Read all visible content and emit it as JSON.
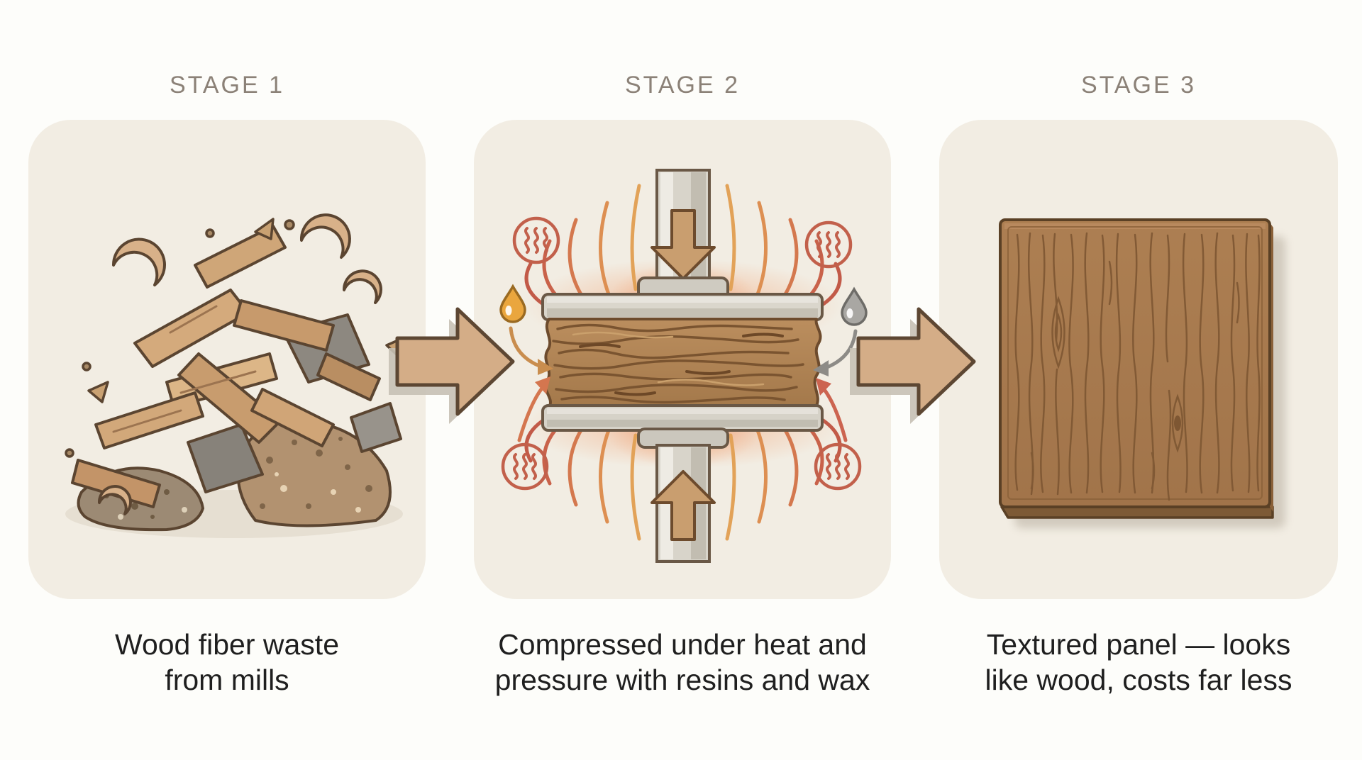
{
  "diagram": {
    "type": "three-stage-process-infographic",
    "subject": "How fiberboard / textured wood panel is made"
  },
  "stages": [
    {
      "id": "stage-1",
      "label": "STAGE 1",
      "caption": [
        "Wood fiber waste",
        "from mills"
      ],
      "illustration": "wood-chip-pile"
    },
    {
      "id": "stage-2",
      "label": "STAGE 2",
      "caption": [
        "Compressed under heat and",
        "pressure with resins and wax"
      ],
      "illustration": "heat-and-pressure-press"
    },
    {
      "id": "stage-3",
      "label": "STAGE 3",
      "caption": [
        "Textured panel — looks",
        "like wood, costs far less"
      ],
      "illustration": "textured-wood-panel"
    }
  ],
  "icons": {
    "flow_arrow": "right-arrow-icon",
    "heat": "heat-waves-icon",
    "resin_drop": "resin-droplet-icon",
    "wax_drop": "wax-droplet-icon",
    "press_down": "press-down-arrow-icon",
    "press_up": "press-up-arrow-icon"
  },
  "colors": {
    "page_background": "#fdfdfa",
    "panel_background": "#f2ede3",
    "stage_label": "#8b8177",
    "caption_text": "#1f1f1f",
    "outline_brown": "#5d4733",
    "flow_arrow_fill": "#d4ad87",
    "flow_arrow_shadow": "#c6c0b4",
    "heat_red": "#c2604b",
    "heat_orange": "#e2a258",
    "resin_orange": "#eaa63e",
    "wax_gray": "#a9a7a3",
    "press_metal": "#d8d4ca",
    "fiber_mat": "#b08455",
    "wood_panel_face": "#a87c50",
    "wood_grain": "#7e5733"
  }
}
